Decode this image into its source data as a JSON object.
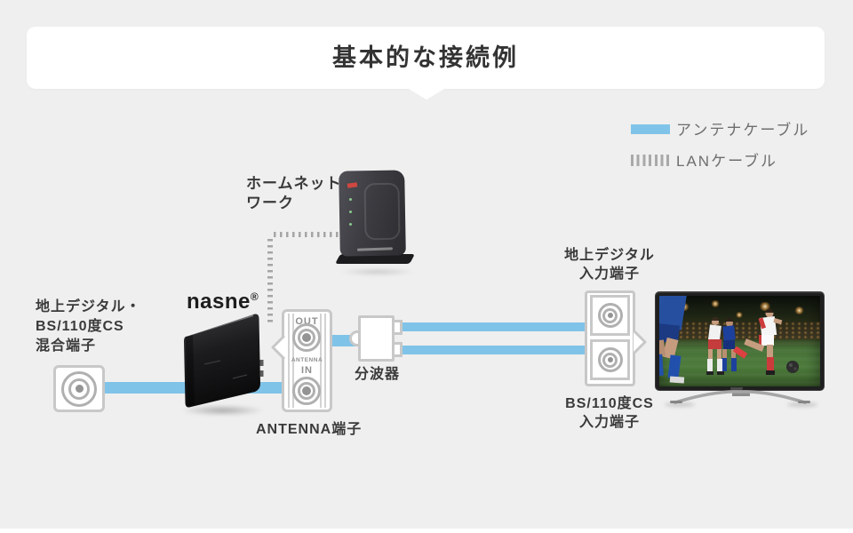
{
  "title": "基本的な接続例",
  "legend": {
    "antenna_cable": "アンテナケーブル",
    "lan_cable": "LANケーブル"
  },
  "colors": {
    "antenna_cable": "#80c3e8",
    "lan_cable": "#a5a5a5",
    "background": "#efefef",
    "panel_border": "#c8c8c8",
    "label_text": "#3a3a3a",
    "legend_text": "#6e6e6e"
  },
  "diagram": {
    "home_network": {
      "line1": "ホームネット",
      "line2": "ワーク"
    },
    "nasne": {
      "name": "nasne",
      "reg": "®"
    },
    "antenna_jack": {
      "out": "OUT",
      "antenna": "ANTENNA",
      "in": "IN",
      "caption": "ANTENNA端子"
    },
    "splitter": {
      "label": "分波器"
    },
    "wall_jack": {
      "line1": "地上デジタル・",
      "line2": "BS/110度CS",
      "line3": "混合端子"
    },
    "tv_jacks": {
      "top": {
        "line1": "地上デジタル",
        "line2": "入力端子"
      },
      "bottom": {
        "line1": "BS/110度CS",
        "line2": "入力端子"
      }
    }
  }
}
